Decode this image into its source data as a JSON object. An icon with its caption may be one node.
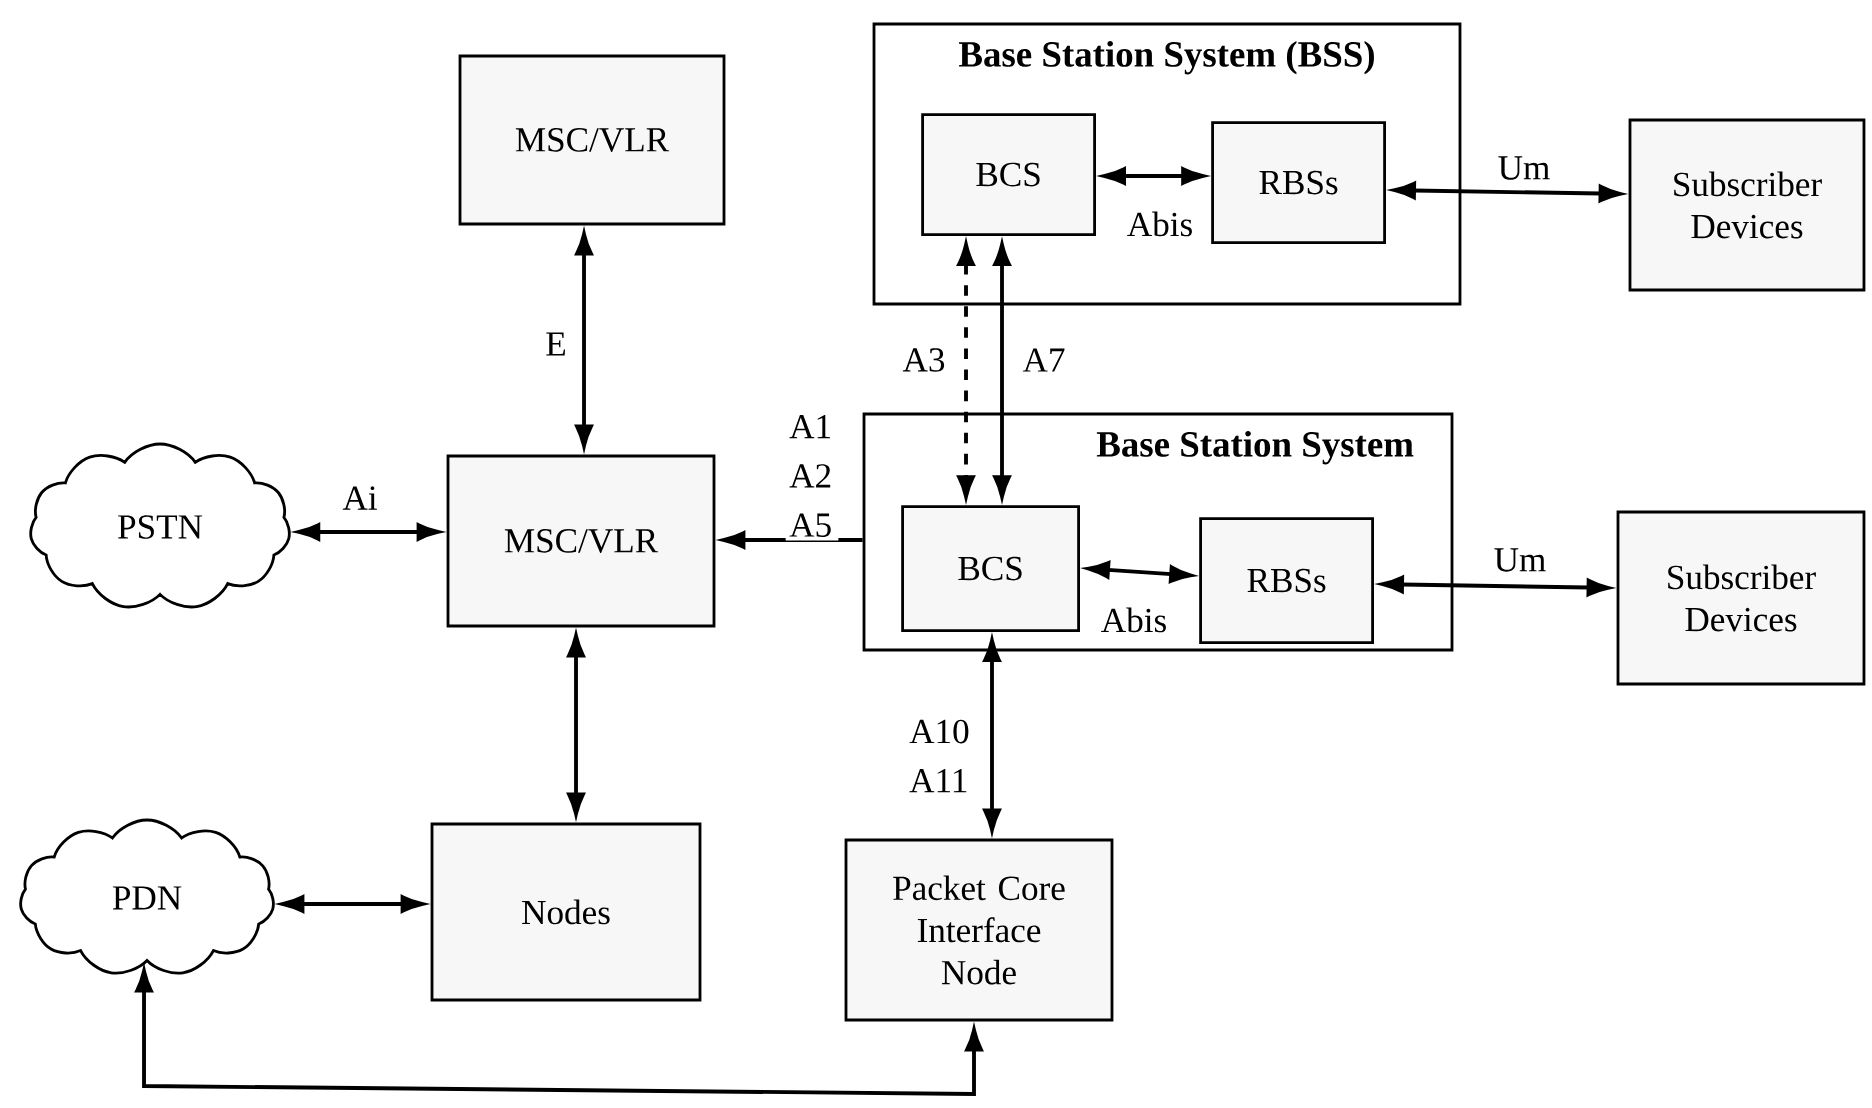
{
  "diagram": {
    "nodes": [
      {
        "text": [
          "MSC/VLR"
        ]
      },
      {
        "text": [
          "Base Station System (BSS)"
        ]
      },
      {
        "text": [
          "BCS"
        ],
        "in": 1
      },
      {
        "text": [
          "RBSs"
        ],
        "in": 1
      },
      {
        "text": [
          "Subscriber Devices"
        ]
      },
      {
        "text": [
          "PSTN"
        ]
      },
      {
        "text": [
          "MSC/VLR"
        ]
      },
      {
        "text": [
          "Base Station System"
        ]
      },
      {
        "text": [
          "BCS"
        ],
        "in": 7
      },
      {
        "text": [
          "RBSs"
        ],
        "in": 7
      },
      {
        "text": [
          "Subscriber Devices"
        ]
      },
      {
        "text": [
          "PDN"
        ]
      },
      {
        "text": [
          "Nodes"
        ]
      },
      {
        "text": [
          "Packet Core Interface Node"
        ]
      }
    ],
    "edges": [
      {
        "from": 0,
        "to": 6,
        "arrow": "both",
        "label": "E"
      },
      {
        "from": 2,
        "to": 3,
        "arrow": "both",
        "label": "Abis"
      },
      {
        "from": 3,
        "to": 4,
        "arrow": "both",
        "label": "Um"
      },
      {
        "from": 2,
        "to": 8,
        "arrow": "both",
        "label": "A3",
        "style": "dashed"
      },
      {
        "from": 2,
        "to": 8,
        "arrow": "both",
        "label": "A7"
      },
      {
        "from": 5,
        "to": 6,
        "arrow": "both",
        "label": "Ai"
      },
      {
        "from": 7,
        "to": 6,
        "arrow": "to",
        "label": "A1 A2 A5"
      },
      {
        "from": 8,
        "to": 9,
        "arrow": "both",
        "label": "Abis"
      },
      {
        "from": 9,
        "to": 10,
        "arrow": "both",
        "label": "Um"
      },
      {
        "from": 8,
        "to": 13,
        "arrow": "both",
        "label": "A10 A11"
      },
      {
        "from": 6,
        "to": 12,
        "arrow": "both"
      },
      {
        "from": 11,
        "to": 12,
        "arrow": "both"
      },
      {
        "from": 13,
        "to": 11,
        "arrow": "both"
      }
    ]
  }
}
